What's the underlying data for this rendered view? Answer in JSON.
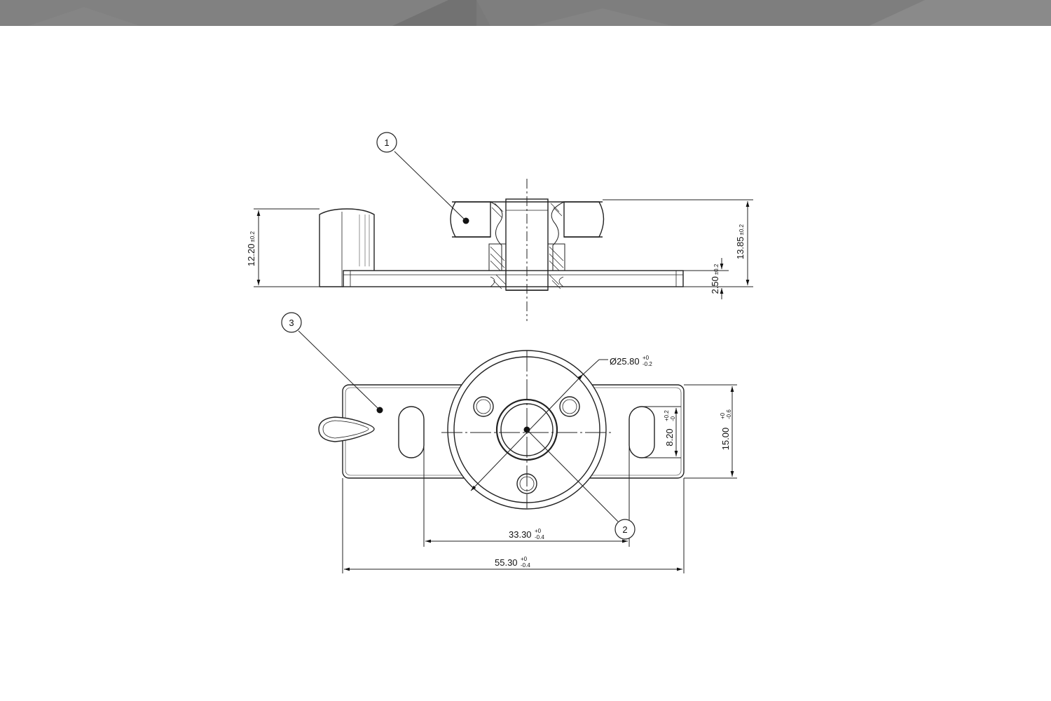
{
  "balloons": {
    "b1": "1",
    "b2": "2",
    "b3": "3"
  },
  "dimensions": {
    "d1": {
      "value": "12.20",
      "tol_sym": "±0.2"
    },
    "d2": {
      "value": "13.85",
      "tol_sym": "±0.2"
    },
    "d3": {
      "value": "2.50",
      "tol_sym": "±0.2"
    },
    "d4": {
      "value": "Ø25.80",
      "tol_upper": "+0",
      "tol_lower": "-0.2"
    },
    "d5": {
      "value": "15.00",
      "tol_upper": "+0",
      "tol_lower": "-0.6"
    },
    "d6": {
      "value": "8.20",
      "tol_upper": "+0.2",
      "tol_lower": "-0"
    },
    "d7": {
      "value": "33.30",
      "tol_upper": "+0",
      "tol_lower": "-0.4"
    },
    "d8": {
      "value": "55.30",
      "tol_upper": "+0",
      "tol_lower": "-0.4"
    }
  },
  "colors": {
    "banner": "#7a7a7a",
    "line": "#222222",
    "background": "#ffffff"
  }
}
